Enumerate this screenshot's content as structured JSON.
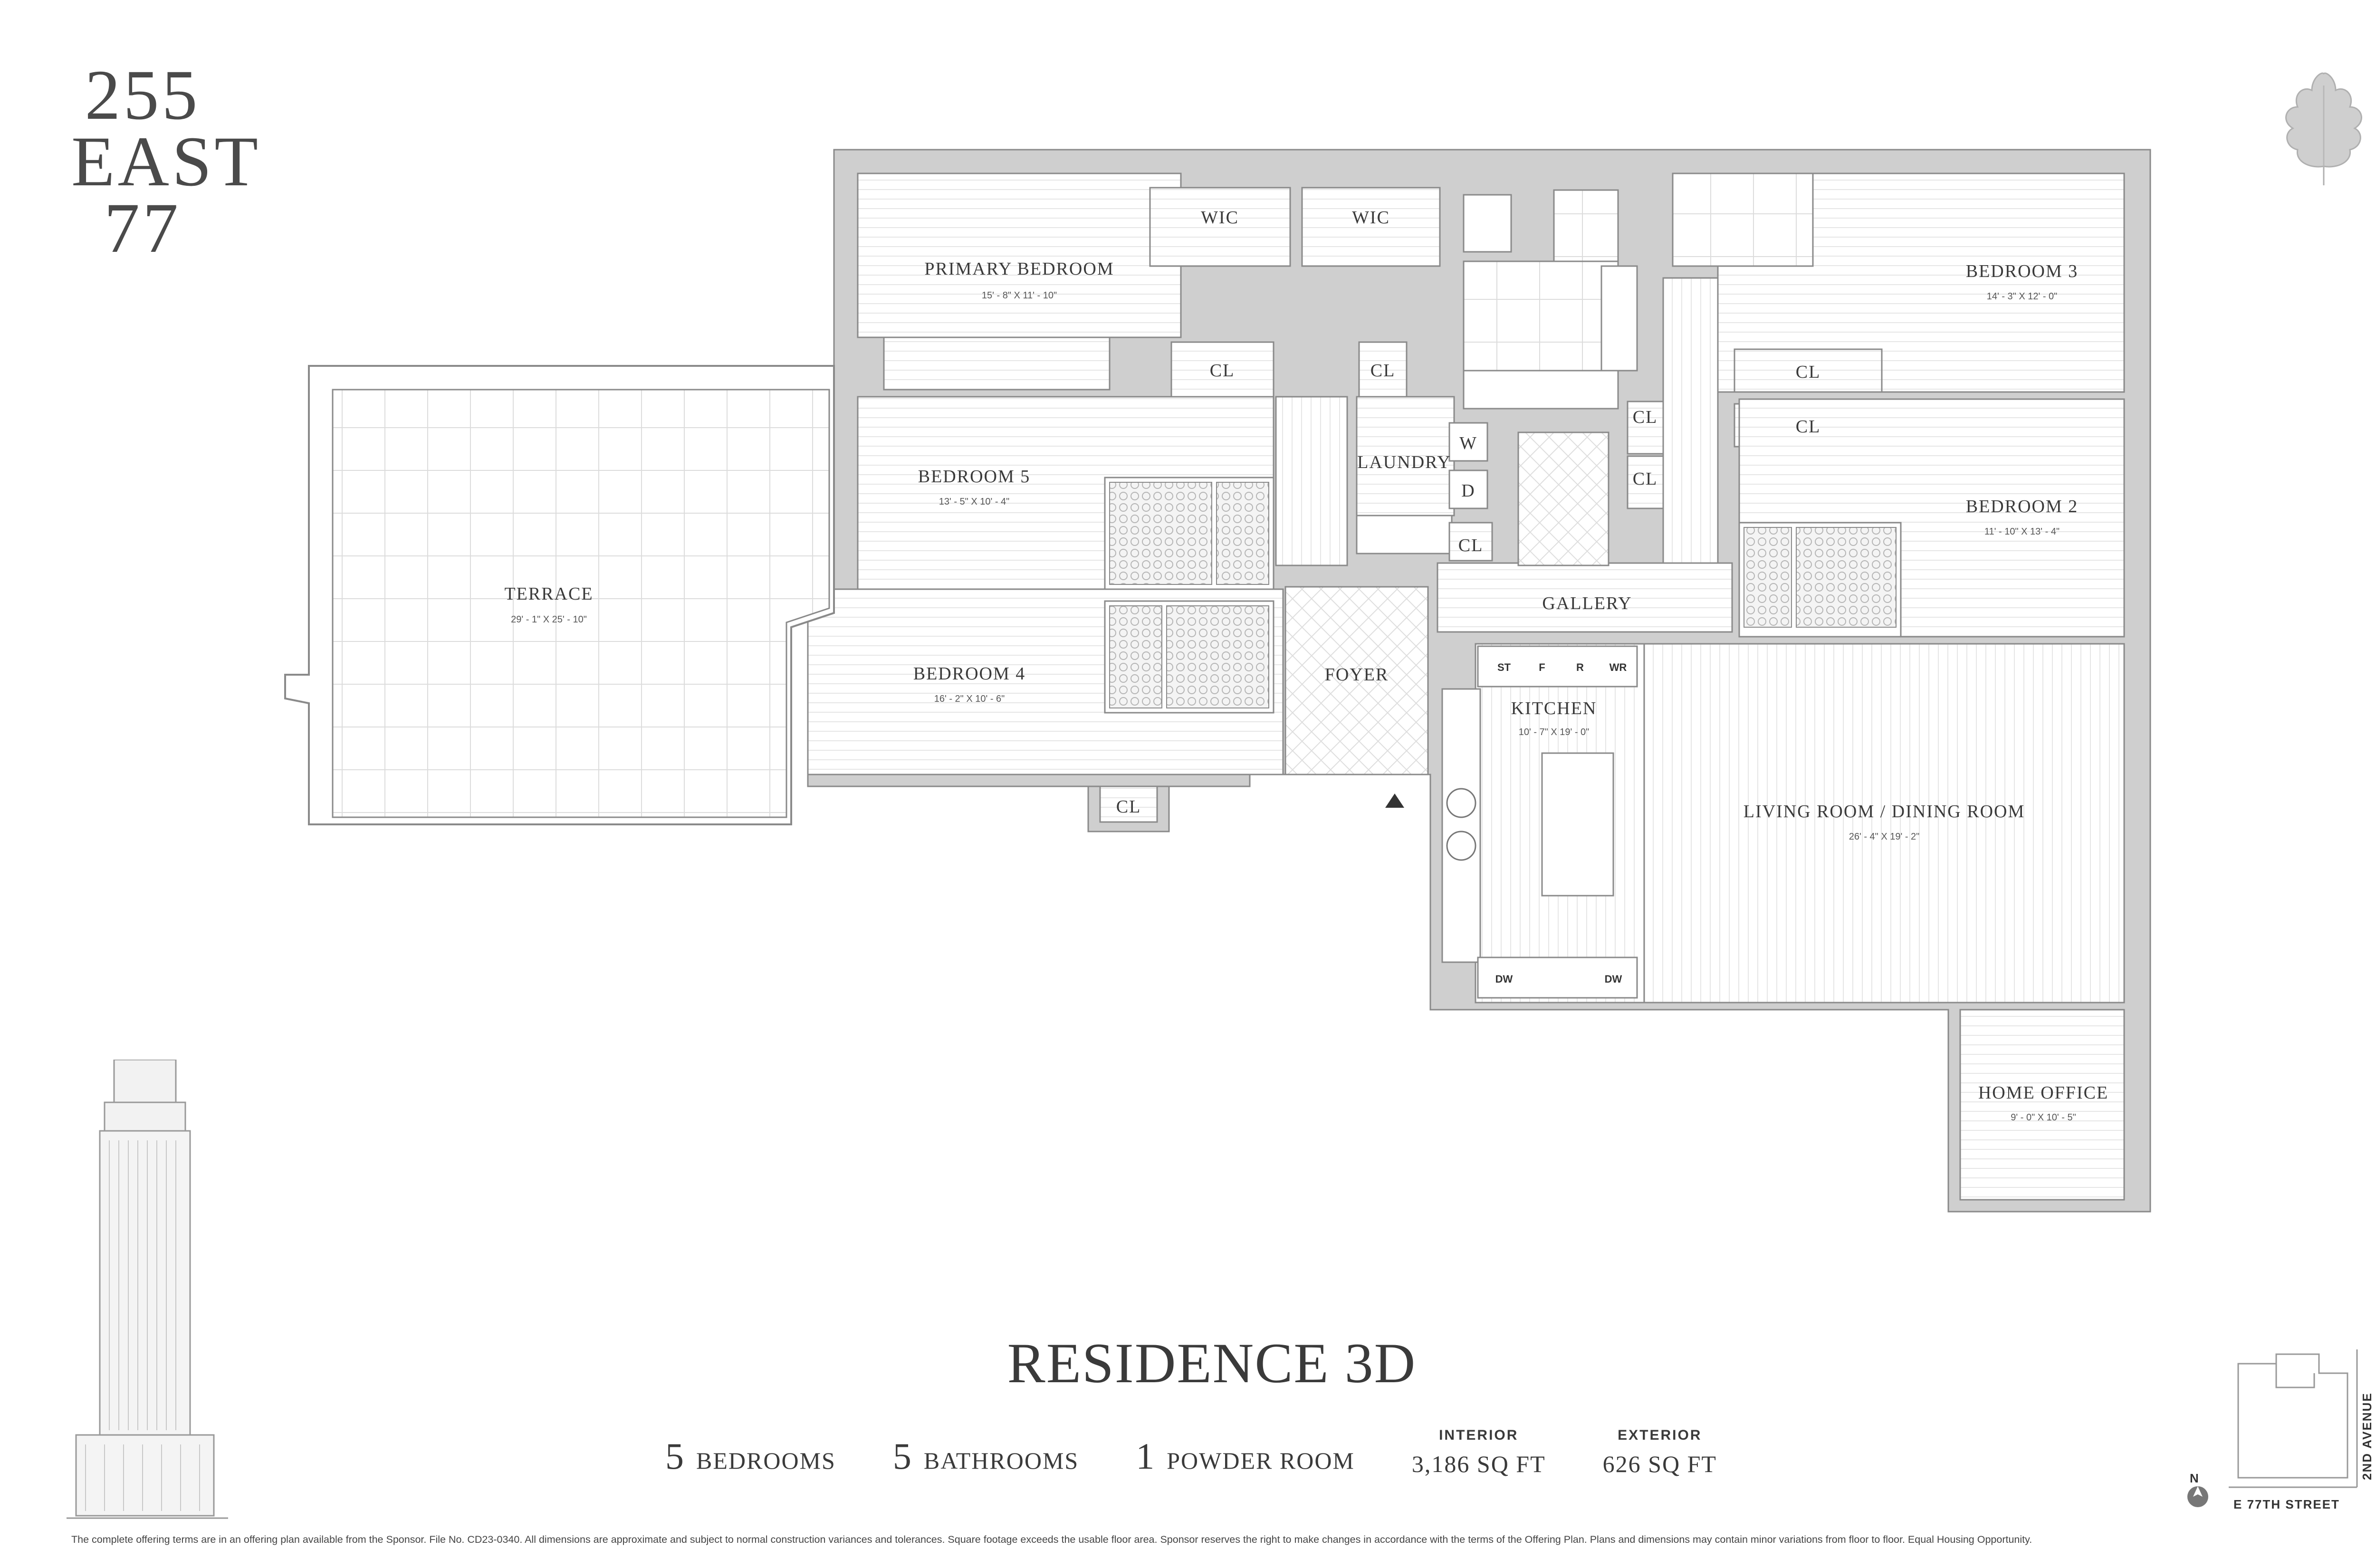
{
  "brand": {
    "line1": "255",
    "line2": "EAST",
    "line3": "77"
  },
  "residence": {
    "title": "RESIDENCE 3D",
    "bedrooms_num": "5",
    "bedrooms_label": "BEDROOMS",
    "bathrooms_num": "5",
    "bathrooms_label": "BATHROOMS",
    "powder_num": "1",
    "powder_label": "POWDER ROOM",
    "interior_caption": "INTERIOR",
    "interior_value": "3,186 SQ FT",
    "exterior_caption": "EXTERIOR",
    "exterior_value": "626 SQ FT"
  },
  "rooms": {
    "primary_bedroom": {
      "name": "PRIMARY BEDROOM",
      "dims": "15' - 8\" X 11' - 10\""
    },
    "bedroom3": {
      "name": "BEDROOM 3",
      "dims": "14' - 3\" X 12' - 0\""
    },
    "bedroom5": {
      "name": "BEDROOM 5",
      "dims": "13' - 5\" X 10' - 4\""
    },
    "bedroom2": {
      "name": "BEDROOM 2",
      "dims": "11' - 10\" X 13' - 4\""
    },
    "bedroom4": {
      "name": "BEDROOM 4",
      "dims": "16' - 2\" X 10' - 6\""
    },
    "terrace": {
      "name": "TERRACE",
      "dims": "29' - 1\" X 25' - 10\""
    },
    "kitchen": {
      "name": "KITCHEN",
      "dims": "10' - 7\" X 19' - 0\""
    },
    "living": {
      "name": "LIVING ROOM / DINING ROOM",
      "dims": "26' - 4\" X 19' - 2\""
    },
    "home_office": {
      "name": "HOME OFFICE",
      "dims": "9' - 0\" X 10' - 5\""
    },
    "wic": "WIC",
    "cl": "CL",
    "laundry": "LAUNDRY",
    "w": "W",
    "d": "D",
    "gallery": "GALLERY",
    "foyer": "FOYER"
  },
  "appliances": {
    "st": "ST",
    "f": "F",
    "r": "R",
    "wr": "WR",
    "dw": "DW"
  },
  "keyplan": {
    "north": "N",
    "street1": "E 77TH STREET",
    "street2": "2ND AVENUE"
  },
  "disclaimer": "The complete offering terms are in an offering plan available from the Sponsor. File No. CD23-0340. All dimensions are approximate and subject to normal construction variances and tolerances. Square footage exceeds the usable floor area. Sponsor reserves the right to make changes in accordance with the terms of the Offering Plan. Plans and dimensions may contain minor variations from floor to floor. Equal Housing Opportunity.",
  "colors": {
    "wall": "#cfcfcf",
    "wall_stroke": "#8a8a8a",
    "text": "#3a3a3a"
  }
}
